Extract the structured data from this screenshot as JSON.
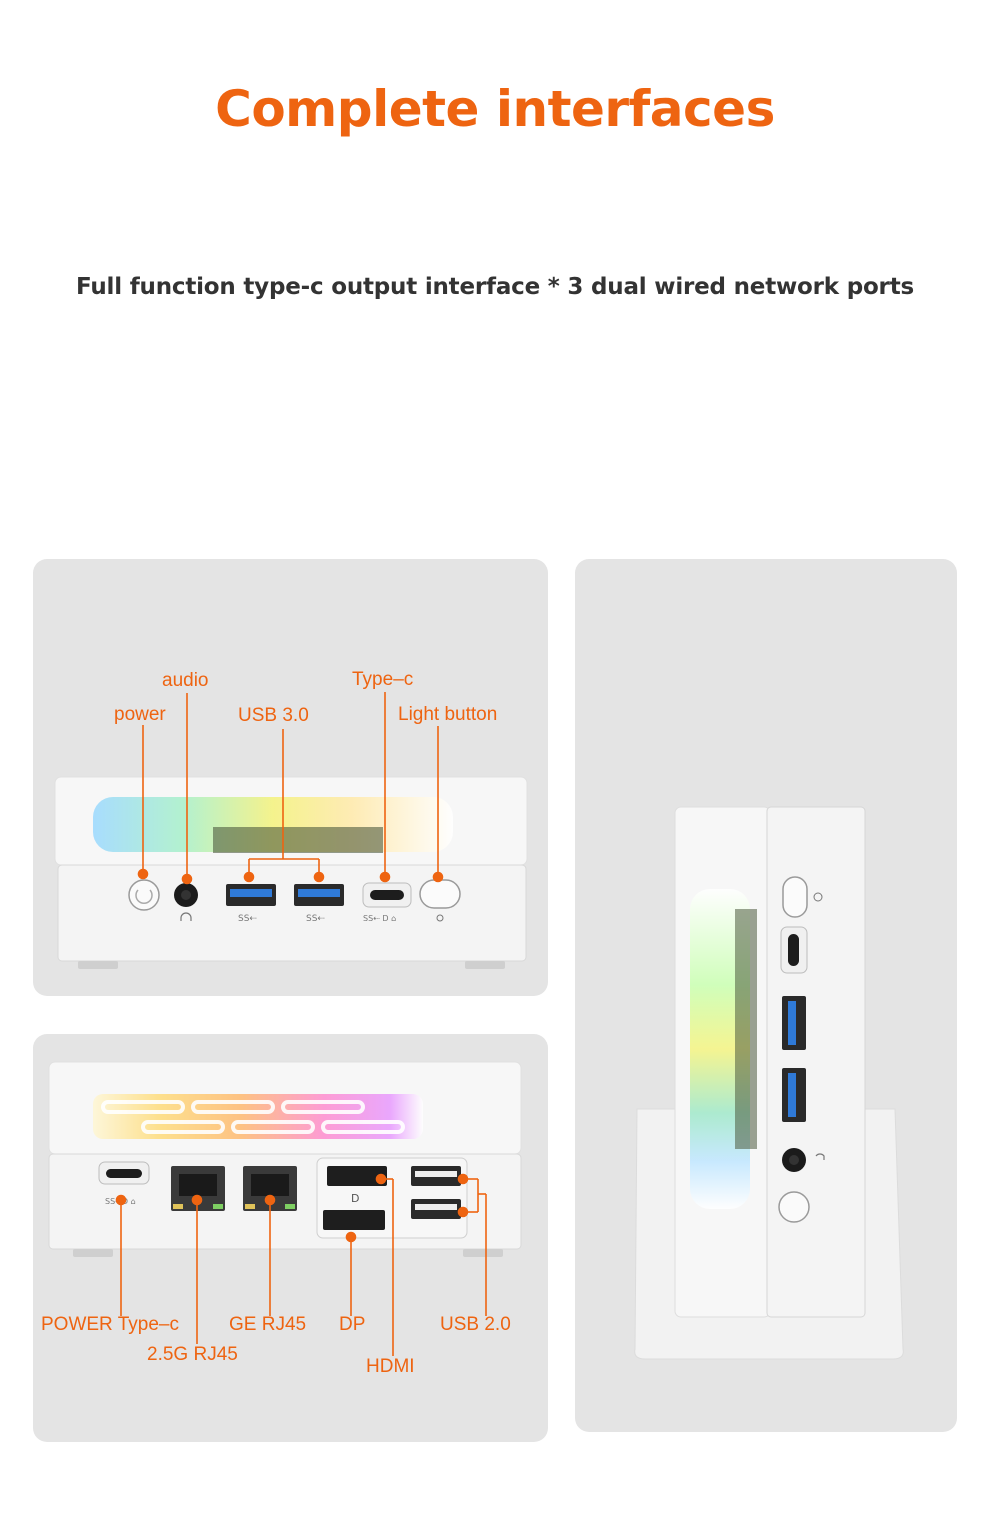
{
  "heading": "Complete interfaces",
  "subheading": "Full function type-c output interface * 3 dual wired network ports",
  "colors": {
    "accent": "#ee6411",
    "text": "#333333",
    "panel": "#e4e4e4",
    "chassis": "#f4f4f4"
  },
  "front_view": {
    "labels": {
      "audio": "audio",
      "type_c": "Type–c",
      "power": "power",
      "usb30": "USB 3.0",
      "light_button": "Light button"
    }
  },
  "back_view": {
    "labels": {
      "power_type_c": "POWER Type–c",
      "ge_rj45": "GE RJ45",
      "dp": "DP",
      "usb20": "USB 2.0",
      "rj45_25g": "2.5G RJ45",
      "hdmi": "HDMI"
    }
  },
  "icons": [
    "power-icon",
    "headphone-icon",
    "usb-ss-icon",
    "sun-icon",
    "displayport-icon",
    "network-icon"
  ]
}
